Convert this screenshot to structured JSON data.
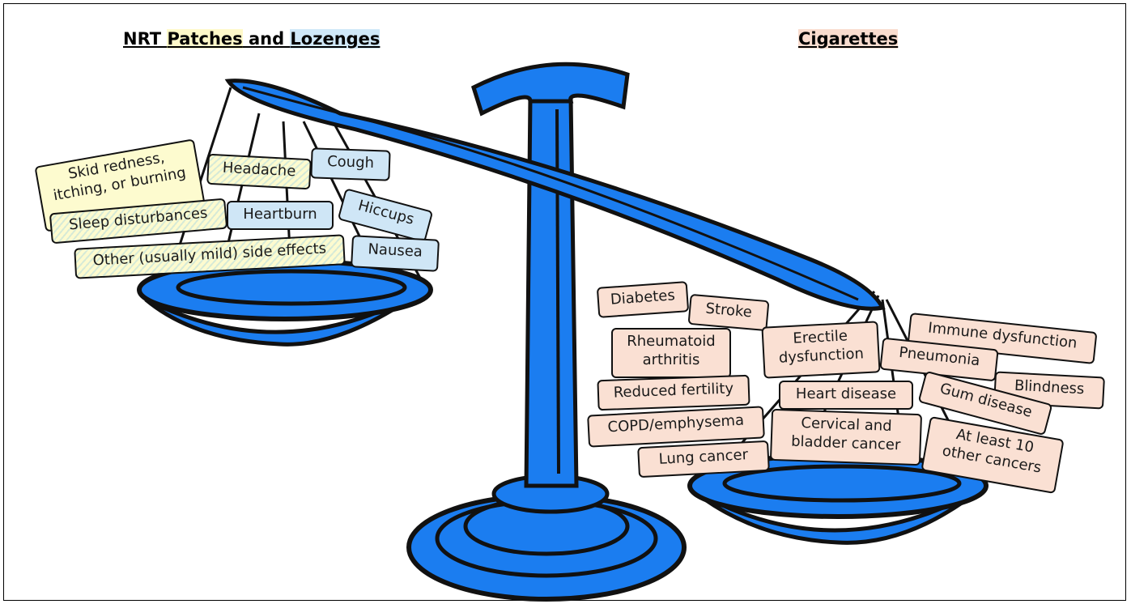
{
  "headings": {
    "left_prefix": "NRT ",
    "left_patches": "Patches",
    "left_and": " and ",
    "left_lozenges": "Lozenges",
    "right": "Cigarettes"
  },
  "left_items": [
    {
      "label": "Skid redness,\nitching, or burning"
    },
    {
      "label": "Headache"
    },
    {
      "label": "Cough"
    },
    {
      "label": "Sleep disturbances"
    },
    {
      "label": "Heartburn"
    },
    {
      "label": "Hiccups"
    },
    {
      "label": "Other (usually mild) side effects"
    },
    {
      "label": "Nausea"
    }
  ],
  "right_items": [
    {
      "label": "Diabetes"
    },
    {
      "label": "Stroke"
    },
    {
      "label": "Rheumatoid\narthritis"
    },
    {
      "label": "Reduced fertility"
    },
    {
      "label": "COPD/emphysema"
    },
    {
      "label": "Lung cancer"
    },
    {
      "label": "Erectile\ndysfunction"
    },
    {
      "label": "Immune dysfunction"
    },
    {
      "label": "Pneumonia"
    },
    {
      "label": "Blindness"
    },
    {
      "label": "Heart disease"
    },
    {
      "label": "Gum disease"
    },
    {
      "label": "Cervical and\nbladder cancer"
    },
    {
      "label": "At least 10\nother cancers"
    }
  ],
  "colors": {
    "scale_blue": "#1b7df0",
    "patches_yellow": "#fdfbcf",
    "lozenges_blue": "#cfe6f6",
    "cigarettes_peach": "#fae0d3"
  }
}
